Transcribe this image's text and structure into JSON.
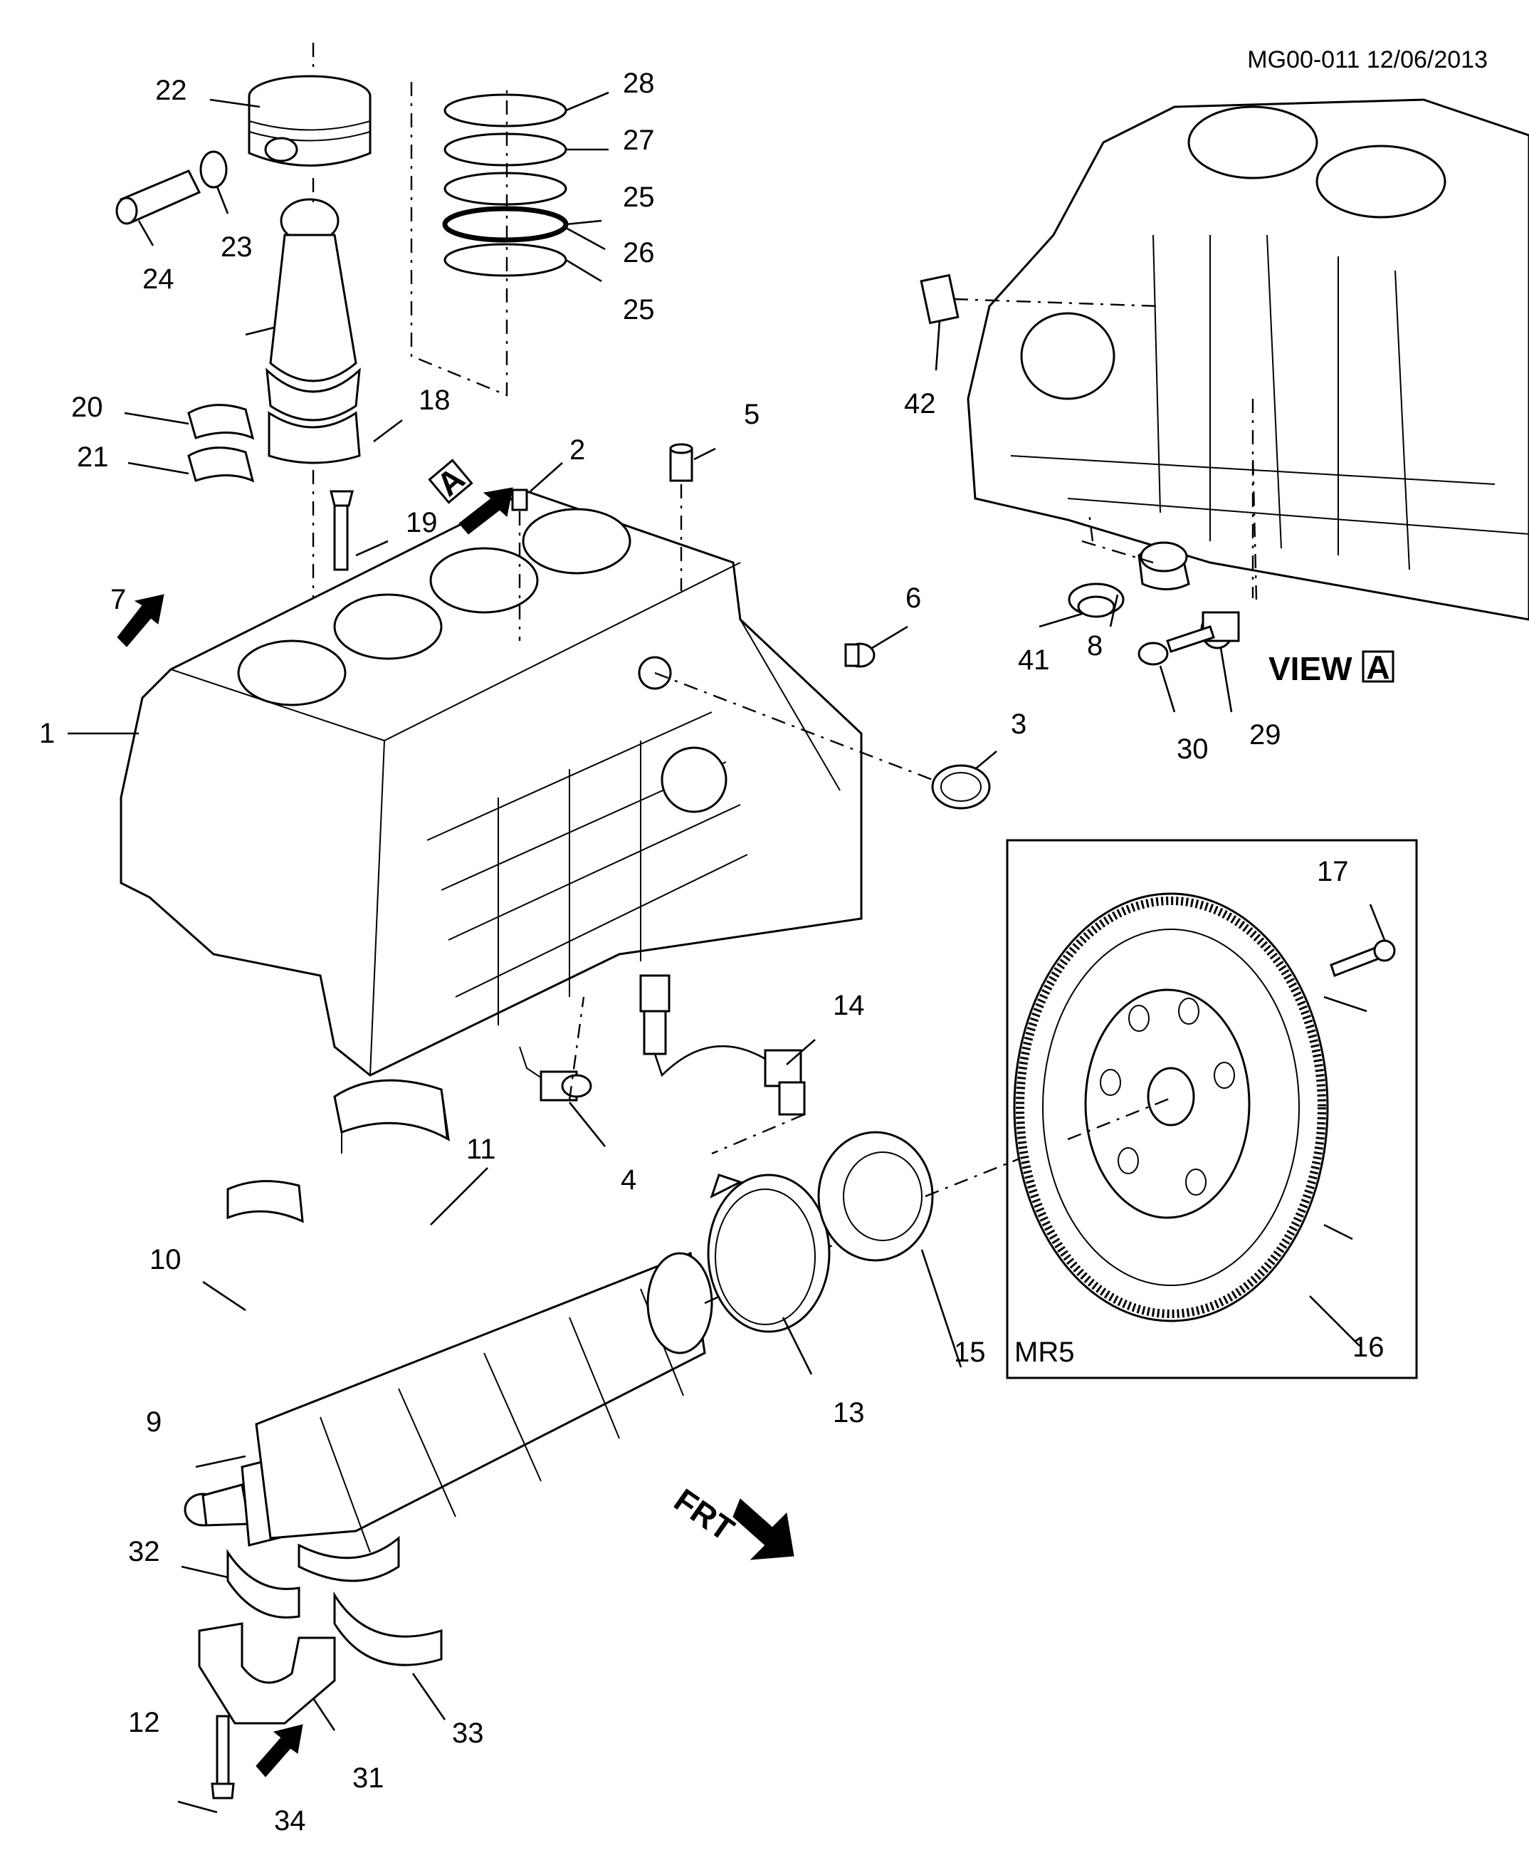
{
  "header": {
    "code": "MG00-011 12/06/2013"
  },
  "view_label": {
    "text": "VIEW",
    "letter": "A"
  },
  "inset_label": "MR5",
  "direction_marks": {
    "view_a_arrow": "A",
    "front_arrow": "FRT"
  },
  "callouts": {
    "c1": "1",
    "c2": "2",
    "c3": "3",
    "c4": "4",
    "c5": "5",
    "c6": "6",
    "c7": "7",
    "c8": "8",
    "c9": "9",
    "c10": "10",
    "c11": "11",
    "c12": "12",
    "c13": "13",
    "c14": "14",
    "c15": "15",
    "c16": "16",
    "c17": "17",
    "c18": "18",
    "c19": "19",
    "c20": "20",
    "c21": "21",
    "c22": "22",
    "c23": "23",
    "c24": "24",
    "c25a": "25",
    "c25b": "25",
    "c26": "26",
    "c27": "27",
    "c28": "28",
    "c29": "29",
    "c30": "30",
    "c31": "31",
    "c32": "32",
    "c33": "33",
    "c34": "34",
    "c41": "41",
    "c42": "42"
  },
  "icons": [
    "arrow-7",
    "arrow-a",
    "arrow-frt",
    "arrow-34"
  ]
}
